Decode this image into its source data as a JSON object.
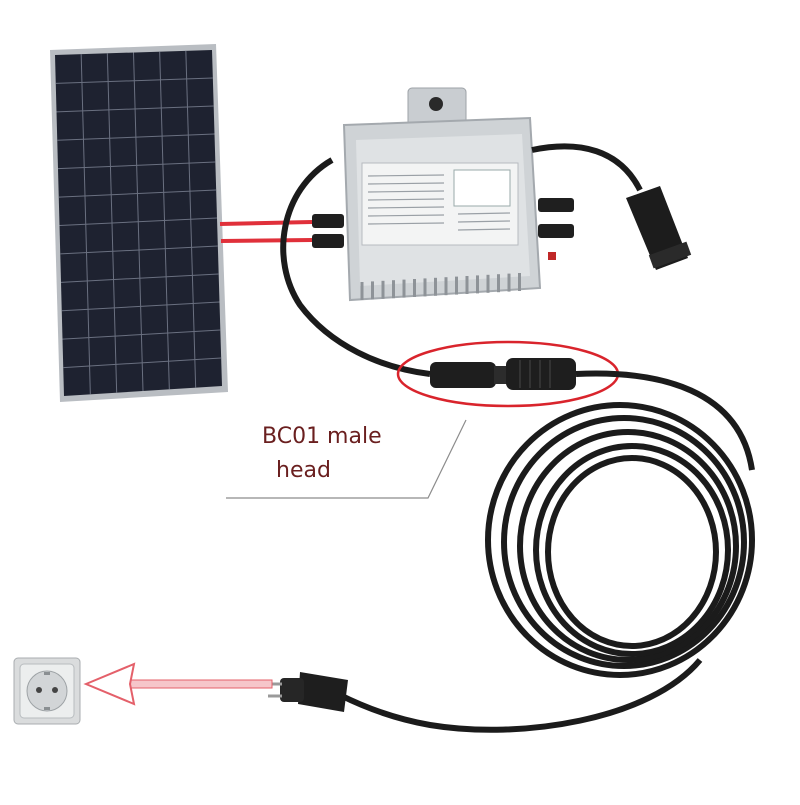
{
  "callout": {
    "line1": "BC01 male",
    "line2": "head"
  },
  "colors": {
    "wire_red": "#e0303a",
    "highlight_ellipse": "#d9242c",
    "arrow_pink": "#e4606a",
    "cable": "#1b1b1b",
    "panel_cell": "#1e2230",
    "inverter_body": "#cfd3d6"
  },
  "components": [
    "solar-panel",
    "micro-inverter",
    "connector-pair",
    "cable-coil",
    "schuko-plug",
    "wall-socket"
  ]
}
